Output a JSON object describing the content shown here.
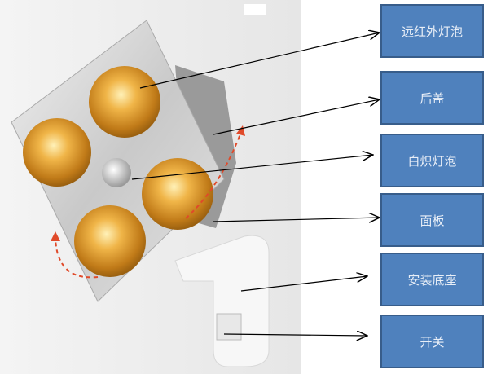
{
  "labels": [
    {
      "text": "远红外灯泡"
    },
    {
      "text": "后盖"
    },
    {
      "text": "白炽灯泡"
    },
    {
      "text": "面板"
    },
    {
      "text": "安装底座"
    },
    {
      "text": "开关"
    }
  ],
  "colors": {
    "box_fill": "#4f81bd",
    "box_border": "#385d8a",
    "bulb": "#e0a030",
    "rotation_arrow": "#e04a2a"
  }
}
